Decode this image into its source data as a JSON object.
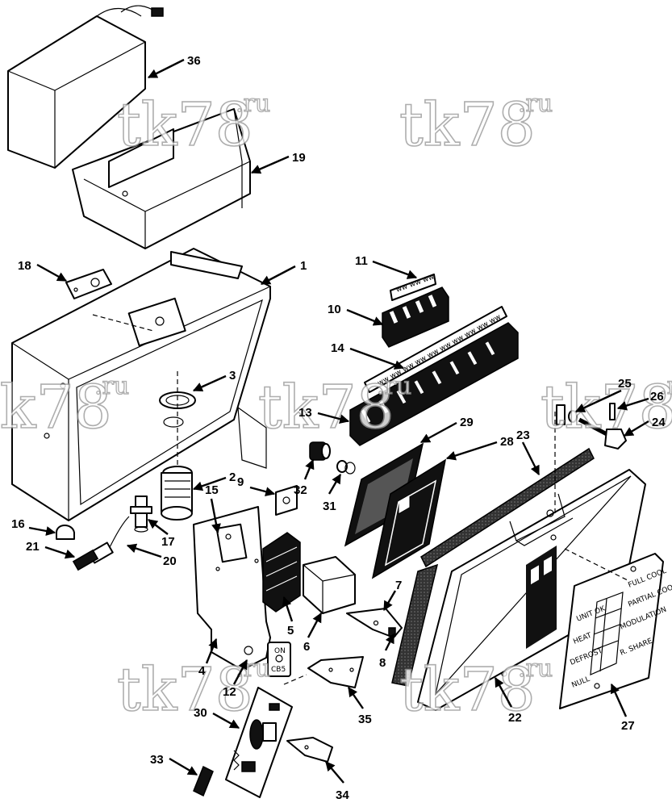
{
  "watermark": {
    "text": "tk78",
    "suffix": ".ru"
  },
  "callouts": [
    "36",
    "19",
    "18",
    "1",
    "3",
    "2",
    "16",
    "21",
    "17",
    "20",
    "15",
    "9",
    "11",
    "10",
    "14",
    "13",
    "32",
    "31",
    "29",
    "28",
    "25",
    "26",
    "24",
    "23",
    "5",
    "6",
    "7",
    "8",
    "4",
    "12",
    "30",
    "33",
    "34",
    "35",
    "22",
    "27"
  ],
  "breaker_label": {
    "line1": "ON",
    "line2": "CB5"
  },
  "control_plate": {
    "labels": [
      "FULL COOL",
      "UNIT OK",
      "PARTIAL COOL",
      "MODULATION",
      "HEAT",
      "DEFROST",
      "R. SHARE",
      "NULL"
    ]
  }
}
